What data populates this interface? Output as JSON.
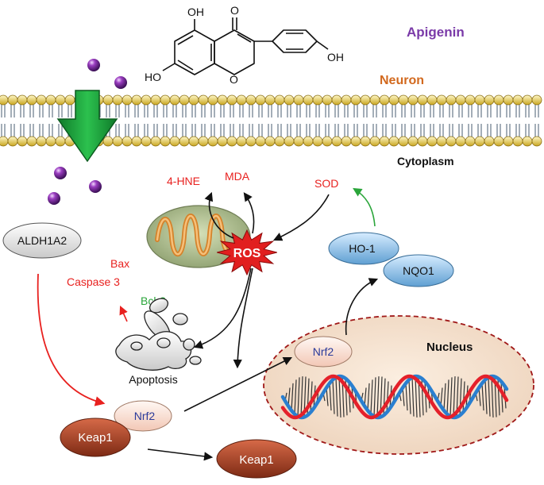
{
  "labels": {
    "apigenin": "Apigenin",
    "neuron": "Neuron",
    "cytoplasm": "Cytoplasm",
    "hne": "4-HNE",
    "mda": "MDA",
    "sod": "SOD",
    "ros": "ROS",
    "aldh": "ALDH1A2",
    "bax": "Bax",
    "caspase": "Caspase 3",
    "bcl2": "Bcl-2",
    "apoptosis": "Apoptosis",
    "ho1": "HO-1",
    "nqo1": "NQO1",
    "nucleus": "Nucleus",
    "nrf2_nucleus": "Nrf2",
    "nrf2_complex": "Nrf2",
    "keap1_complex": "Keap1",
    "keap1_free": "Keap1"
  },
  "molecule": {
    "oh_top_left": "OH",
    "o_top": "O",
    "ho_bottom_left": "HO",
    "o_ring": "O",
    "oh_right": "OH"
  },
  "colors": {
    "apigenin": "#7a3aa8",
    "neuron": "#d2691e",
    "red_text": "#e8211f",
    "green_text": "#2aa53a",
    "nrf2_text": "#2a3a9a",
    "arrow_down": "#1d9a3a",
    "keap1": "#a8452a",
    "ho_ellipse": "#7fb3d8",
    "nucleus_border": "#a01818"
  },
  "icons": {
    "membrane": "lipid-bilayer",
    "entry_arrow": "green-down-arrow",
    "particles": "purple-sphere",
    "mitochondrion": "mitochondrion-icon",
    "ros_burst": "starburst-icon",
    "apoptotic_cells": "apoptotic-bodies-icon",
    "dna": "dna-helix-icon"
  }
}
